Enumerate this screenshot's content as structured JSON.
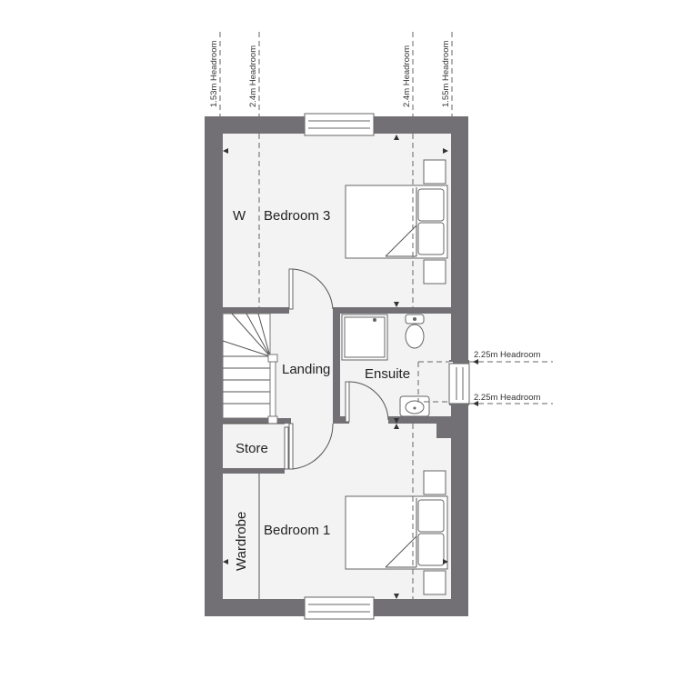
{
  "rooms": {
    "bedroom3": "Bedroom 3",
    "wardrobe_w": "W",
    "landing": "Landing",
    "ensuite": "Ensuite",
    "store": "Store",
    "wardrobe": "Wardrobe",
    "bedroom1": "Bedroom 1"
  },
  "headroom": {
    "h1": "1.53m Headroom",
    "h2": "2.4m Headroom",
    "h3": "2.4m Headroom",
    "h4": "1.55m Headroom",
    "h5": "2.25m Headroom",
    "h6": "2.25m Headroom"
  },
  "colors": {
    "wall": "#727074",
    "floor": "#f3f3f3",
    "line": "#555555"
  }
}
